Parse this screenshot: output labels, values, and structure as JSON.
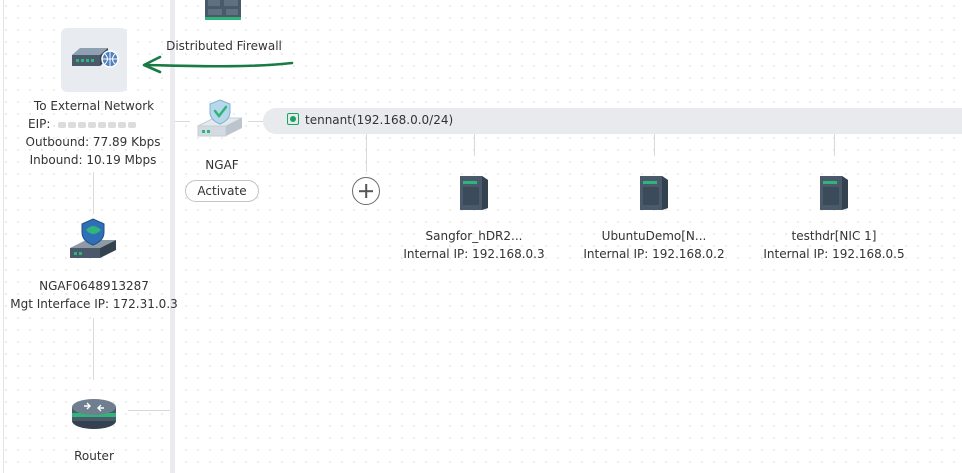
{
  "distributed_firewall": {
    "label": "Distributed Firewall"
  },
  "external_network": {
    "title": "To External Network",
    "eip": "EIP: ",
    "outbound": "Outbound: 77.89 Kbps",
    "inbound": "Inbound: 10.19 Mbps"
  },
  "ngaf_node": {
    "label": "NGAF",
    "activate_label": "Activate"
  },
  "ngaf_device": {
    "name": "NGAF0648913287",
    "mgt_ip": "Mgt Interface IP: 172.31.0.3"
  },
  "router": {
    "label": "Router"
  },
  "subnet": {
    "label": "tennant(192.168.0.0/24)"
  },
  "vms": [
    {
      "name": "Sangfor_hDR2...",
      "ip": "Internal IP: 192.168.0.3"
    },
    {
      "name": "UbuntuDemo[N...",
      "ip": "Internal IP: 192.168.0.2"
    },
    {
      "name": "testhdr[NIC 1]",
      "ip": "Internal IP: 192.168.0.5"
    }
  ],
  "colors": {
    "accent_green": "#19a463",
    "annotation_green": "#1a7a43"
  }
}
